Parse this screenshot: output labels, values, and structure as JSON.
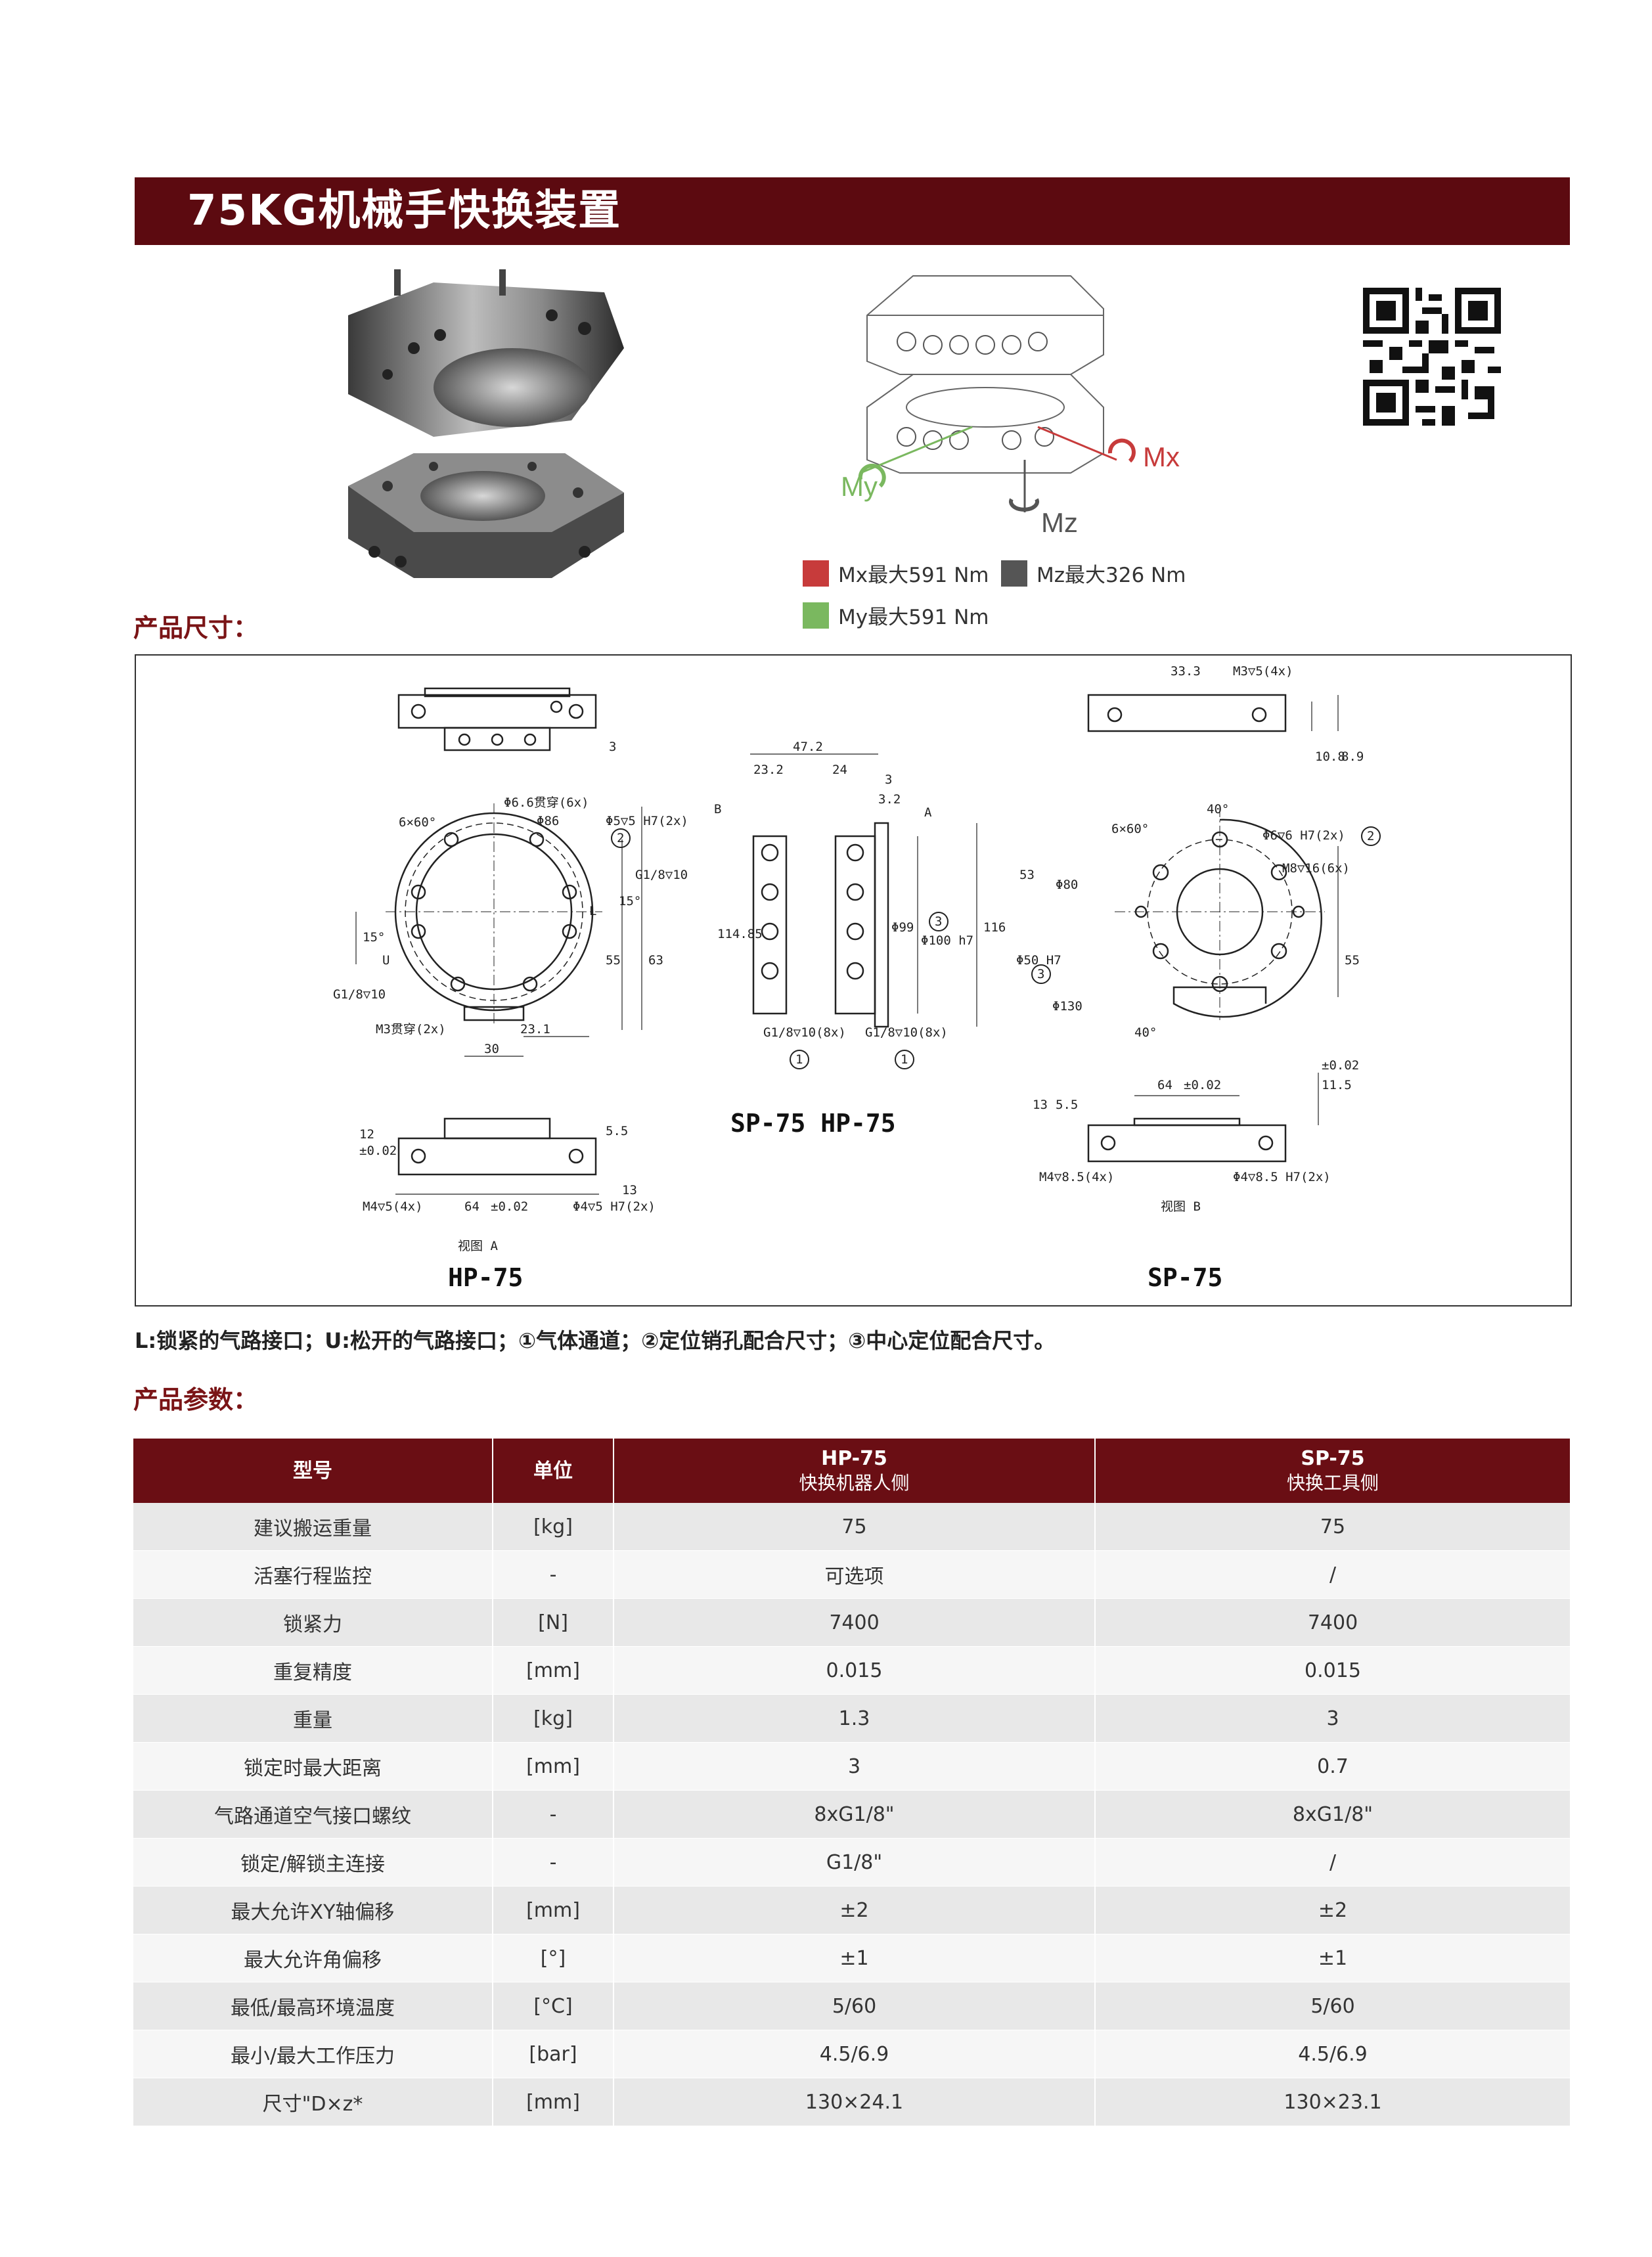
{
  "title": "75KG机械手快换装置",
  "legend": {
    "mx": {
      "label": "Mx最大591 Nm",
      "color": "#c73b3b"
    },
    "mz": {
      "label": "Mz最大326 Nm",
      "color": "#555555"
    },
    "my": {
      "label": "My最大591 Nm",
      "color": "#7ab85f"
    }
  },
  "diagram_labels": {
    "mx": "Mx",
    "my": "My",
    "mz": "Mz"
  },
  "sections": {
    "dimensions": "产品尺寸：",
    "parameters": "产品参数："
  },
  "drawing": {
    "hp_label": "HP-75",
    "sp_label": "SP-75",
    "center_label": "SP-75 HP-75",
    "view_a": "视图 A",
    "view_b": "视图 B",
    "dims": {
      "d66": "Φ6.6贯穿(6x)",
      "d86": "Φ86",
      "d5h7": "Φ5▽5 H7(2x)",
      "g18_10": "G1/8▽10",
      "six60": "6×60°",
      "l": "L",
      "u": "U",
      "fifteen": "15°",
      "fifteen2": "15°",
      "d55": "55",
      "d63": "63",
      "g18_10b": "G1/8▽10",
      "m3": "M3贯穿(2x)",
      "d231": "23.1",
      "d30": "30",
      "d3": "3",
      "d472": "47.2",
      "d232": "23.2",
      "d24": "24",
      "d3b": "3",
      "d32": "3.2",
      "b": "B",
      "a": "A",
      "d11485": "114.85",
      "d99": "Φ99",
      "d100h7": "Φ100 h7",
      "d116": "116",
      "g18_8x_a": "G1/8▽10(8x)",
      "g18_8x_b": "G1/8▽10(8x)",
      "d333": "33.3",
      "m35": "M3▽5(4x)",
      "d108": "10.8",
      "d89": "8.9",
      "six60b": "6×60°",
      "forty": "40°",
      "d66h7": "Φ6▽6 H7(2x)",
      "m816": "M8▽16(6x)",
      "d53": "53",
      "d80": "Φ80",
      "d50h7": "Φ50 H7",
      "d130": "Φ130",
      "d55b": "55",
      "forty2": "40°",
      "d12": "12",
      "d002a": "±0.02",
      "d55c": "5.5",
      "d13": "13",
      "m44": "M4▽5(4x)",
      "d64": "64",
      "d002b": "±0.02",
      "d45h7": "Φ4▽5 H7(2x)",
      "d13b": "13",
      "d55d": "5.5",
      "d64b": "64",
      "d002c": "±0.02",
      "d115": "11.5",
      "d002d": "±0.02",
      "m485": "M4▽8.5(4x)",
      "d485h7": "Φ4▽8.5 H7(2x)",
      "c1": "1",
      "c2": "2",
      "c3": "3"
    }
  },
  "note": "L:锁紧的气路接口；U:松开的气路接口；①气体通道；②定位销孔配合尺寸；③中心定位配合尺寸。",
  "table": {
    "headers": {
      "model": "型号",
      "unit": "单位",
      "hp": "HP-75",
      "hp_sub": "快换机器人侧",
      "sp": "SP-75",
      "sp_sub": "快换工具侧"
    },
    "rows": [
      {
        "name": "建议搬运重量",
        "unit": "[kg]",
        "hp": "75",
        "sp": "75"
      },
      {
        "name": "活塞行程监控",
        "unit": "-",
        "hp": "可选项",
        "sp": "/"
      },
      {
        "name": "锁紧力",
        "unit": "[N]",
        "hp": "7400",
        "sp": "7400"
      },
      {
        "name": "重复精度",
        "unit": "[mm]",
        "hp": "0.015",
        "sp": "0.015"
      },
      {
        "name": "重量",
        "unit": "[kg]",
        "hp": "1.3",
        "sp": "3"
      },
      {
        "name": "锁定时最大距离",
        "unit": "[mm]",
        "hp": "3",
        "sp": "0.7"
      },
      {
        "name": "气路通道空气接口螺纹",
        "unit": "-",
        "hp": "8xG1/8\"",
        "sp": "8xG1/8\""
      },
      {
        "name": "锁定/解锁主连接",
        "unit": "-",
        "hp": "G1/8\"",
        "sp": "/"
      },
      {
        "name": "最大允许XY轴偏移",
        "unit": "[mm]",
        "hp": "±2",
        "sp": "±2"
      },
      {
        "name": "最大允许角偏移",
        "unit": "[°]",
        "hp": "±1",
        "sp": "±1"
      },
      {
        "name": "最低/最高环境温度",
        "unit": "[°C]",
        "hp": "5/60",
        "sp": "5/60"
      },
      {
        "name": "最小/最大工作压力",
        "unit": "[bar]",
        "hp": "4.5/6.9",
        "sp": "4.5/6.9"
      },
      {
        "name": "尺寸\"D×z*",
        "unit": "[mm]",
        "hp": "130×24.1",
        "sp": "130×23.1"
      }
    ]
  }
}
